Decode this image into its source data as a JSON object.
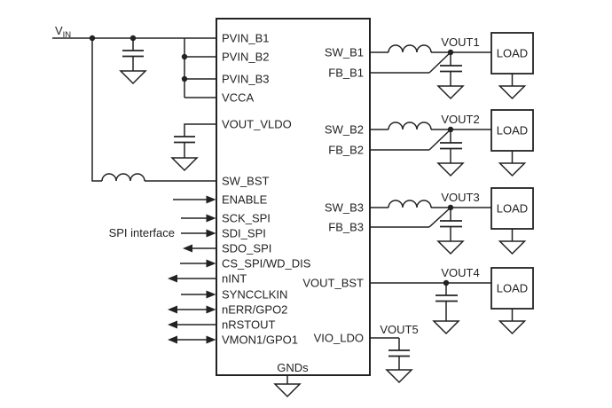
{
  "diagram": {
    "kind": "pmic-application-circuit-schematic"
  },
  "colors": {
    "ink": "#222222",
    "background": "#ffffff"
  },
  "vin": {
    "main": "V",
    "sub": "IN"
  },
  "spi": {
    "label": "SPI interface"
  },
  "ic": {
    "left_pins": [
      {
        "label": "PVIN_B1"
      },
      {
        "label": "PVIN_B2"
      },
      {
        "label": "PVIN_B3"
      },
      {
        "label": "VCCA"
      },
      {
        "label": "VOUT_VLDO"
      },
      {
        "label": "SW_BST"
      },
      {
        "label": "ENABLE",
        "dir": "in"
      },
      {
        "label": "SCK_SPI",
        "dir": "in"
      },
      {
        "label": "SDI_SPI",
        "dir": "in"
      },
      {
        "label": "SDO_SPI",
        "dir": "out"
      },
      {
        "label": "CS_SPI/WD_DIS",
        "dir": "in"
      },
      {
        "label": "nINT",
        "dir": "out"
      },
      {
        "label": "SYNCCLKIN",
        "dir": "in"
      },
      {
        "label": "nERR/GPO2",
        "dir": "bidir"
      },
      {
        "label": "nRSTOUT",
        "dir": "out"
      },
      {
        "label": "VMON1/GPO1",
        "dir": "bidir"
      }
    ],
    "right_pins": [
      {
        "label": "SW_B1"
      },
      {
        "label": "FB_B1"
      },
      {
        "label": "SW_B2"
      },
      {
        "label": "FB_B2"
      },
      {
        "label": "SW_B3"
      },
      {
        "label": "FB_B3"
      },
      {
        "label": "VOUT_BST"
      },
      {
        "label": "VIO_LDO"
      }
    ],
    "ground_label": "GNDs"
  },
  "outputs": [
    {
      "label": "VOUT1",
      "load": "LOAD"
    },
    {
      "label": "VOUT2",
      "load": "LOAD"
    },
    {
      "label": "VOUT3",
      "load": "LOAD"
    },
    {
      "label": "VOUT4",
      "load": "LOAD"
    },
    {
      "label": "VOUT5"
    }
  ]
}
